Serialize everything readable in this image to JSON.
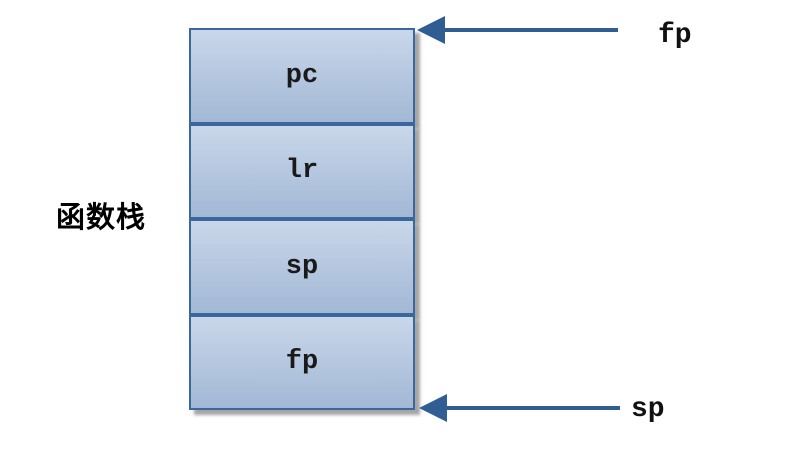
{
  "diagram": {
    "stack_label": "函数栈",
    "frames": [
      "pc",
      "lr",
      "sp",
      "fp"
    ],
    "pointers": {
      "top": "fp",
      "bottom": "sp"
    },
    "colors": {
      "frame_fill_top": "#c9d7ea",
      "frame_fill_bottom": "#a2b8d5",
      "frame_border": "#3a679d",
      "arrow": "#305d92",
      "label_text": "#1a1a1a"
    }
  }
}
